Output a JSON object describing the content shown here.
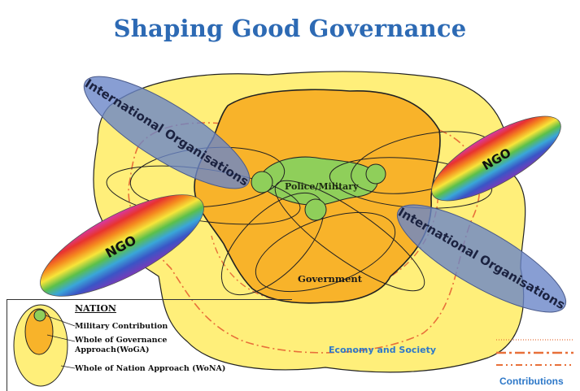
{
  "title": "Shaping Good Governance",
  "labels": {
    "international_org_left": "International Organisations",
    "international_org_right": "International Organisations",
    "ngo_left": "NGO",
    "ngo_right": "NGO",
    "police_military": "Police/Military",
    "government": "Government",
    "economy_society": "Economy and Society",
    "contributions": "Contributions"
  },
  "legend": {
    "title": "NATION",
    "military_contribution": "Military Contribution",
    "woga_line1": "Whole of Governance",
    "woga_line2": "Approach(WoGA)",
    "wona": "Whole of Nation Approach (WoNA)"
  },
  "colors": {
    "title": "#2d6ab4",
    "nation": "#ffef7a",
    "government": "#f8b32a",
    "military": "#8fcf5a",
    "org_ellipse": "#6a86c8",
    "contrib_line": "#e8703a",
    "label_blue": "#2e78c8"
  }
}
